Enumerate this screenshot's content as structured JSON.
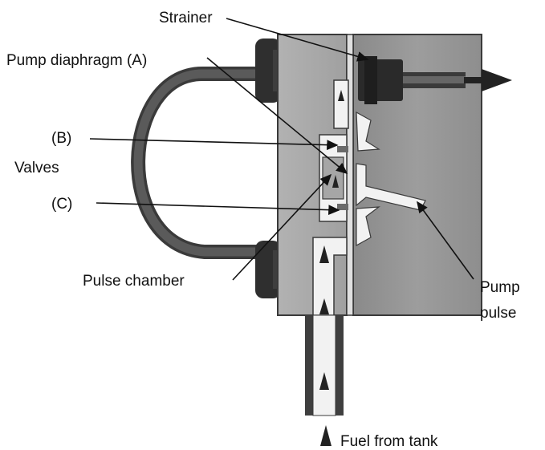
{
  "labels": {
    "strainer": "Strainer",
    "pump_diaphragm": "Pump diaphragm (A)",
    "valve_b": "(B)",
    "valves": "Valves",
    "valve_c": "(C)",
    "pulse_chamber": "Pulse chamber",
    "pump": "Pump",
    "pulse": "pulse",
    "fuel_from_tank": "Fuel from tank"
  },
  "colors": {
    "body_fill": "#9e9e9e",
    "body_stroke": "#3a3a3a",
    "channel_fill": "#f2f2f2",
    "dark_part": "#2e2e2e",
    "tube": "#4a4a4a"
  }
}
